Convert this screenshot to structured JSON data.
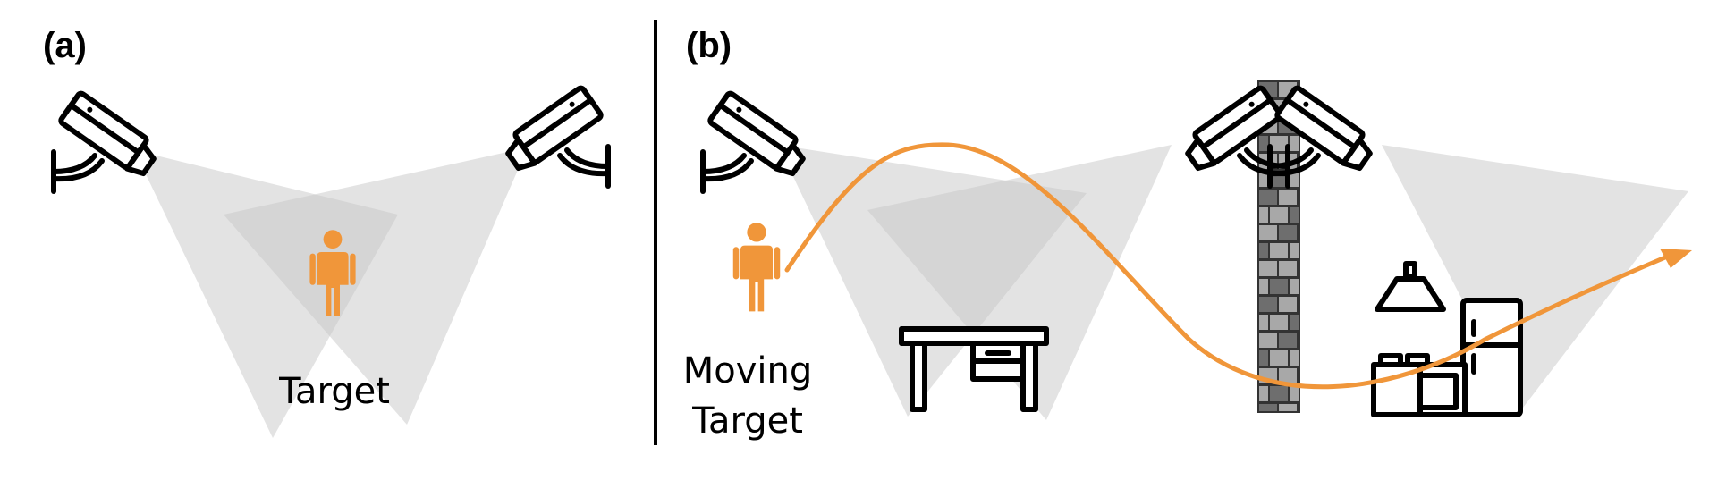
{
  "panels": {
    "a": {
      "label": "(a)",
      "target_caption": "Target"
    },
    "b": {
      "label": "(b)",
      "target_caption_line1": "Moving",
      "target_caption_line2": "Target"
    }
  },
  "colors": {
    "target": "#f0963a",
    "trajectory": "#f0963a",
    "cone": "#c8c8c8",
    "wall_brick_dark": "#6e6e6e",
    "wall_brick_light": "#a8a8a8",
    "divider": "#000000"
  },
  "icons": {
    "camera": "security-camera-icon",
    "person": "person-icon",
    "desk": "desk-icon",
    "wall": "brick-wall-icon",
    "kitchen": "kitchen-icon",
    "arrow": "trajectory-arrow-icon"
  }
}
